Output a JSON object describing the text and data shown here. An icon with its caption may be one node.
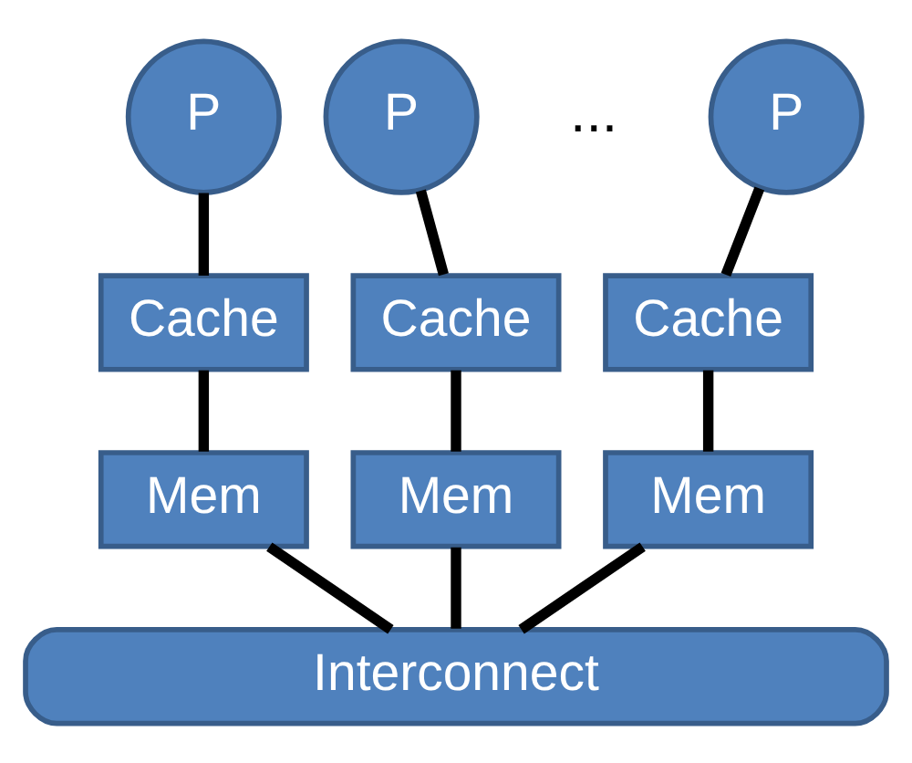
{
  "diagram": {
    "nodes": [
      {
        "text": [
          "P"
        ]
      },
      {
        "text": [
          "P"
        ]
      },
      {
        "text": [
          "P"
        ]
      },
      {
        "text": [
          "Cache"
        ]
      },
      {
        "text": [
          "Cache"
        ]
      },
      {
        "text": [
          "Cache"
        ]
      },
      {
        "text": [
          "Mem"
        ]
      },
      {
        "text": [
          "Mem"
        ]
      },
      {
        "text": [
          "Mem"
        ]
      },
      {
        "text": [
          "Interconnect"
        ]
      }
    ],
    "edges": [
      {
        "from": 0,
        "to": 3,
        "arrow": "none"
      },
      {
        "from": 1,
        "to": 4,
        "arrow": "none"
      },
      {
        "from": 2,
        "to": 5,
        "arrow": "none"
      },
      {
        "from": 3,
        "to": 6,
        "arrow": "none"
      },
      {
        "from": 4,
        "to": 7,
        "arrow": "none"
      },
      {
        "from": 5,
        "to": 8,
        "arrow": "none"
      },
      {
        "from": 6,
        "to": 9,
        "arrow": "none"
      },
      {
        "from": 7,
        "to": 9,
        "arrow": "none"
      },
      {
        "from": 8,
        "to": 9,
        "arrow": "none"
      }
    ],
    "labels": [
      "..."
    ]
  }
}
